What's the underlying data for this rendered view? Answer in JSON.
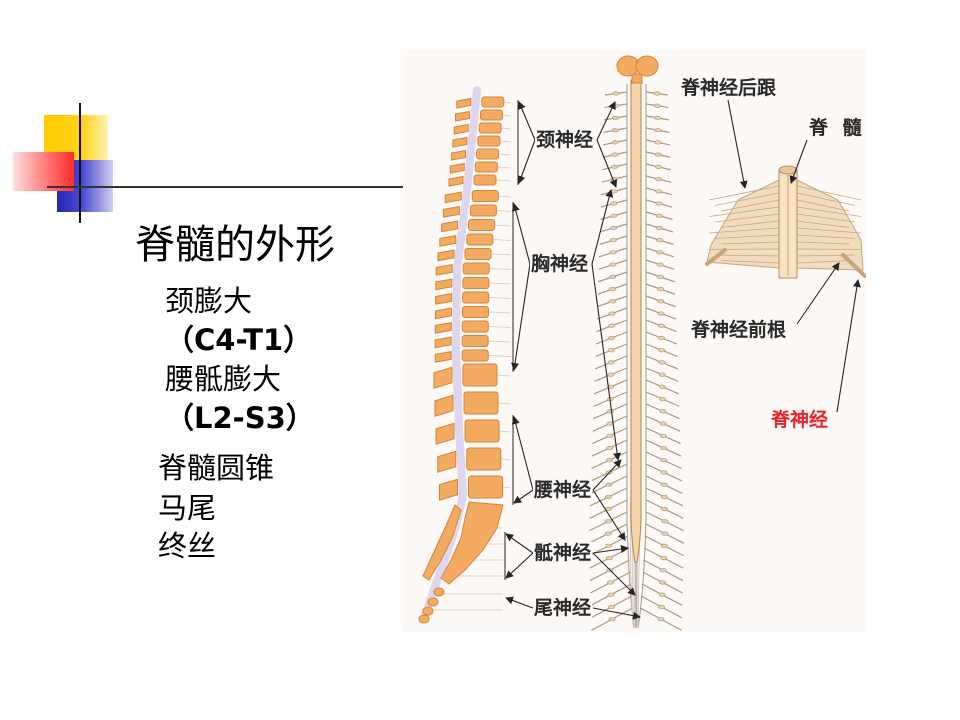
{
  "slide": {
    "title": "脊髓的外形",
    "items": [
      "颈膨大",
      "（C4-T1）",
      "腰骶膨大",
      "（L2-S3）",
      "脊髓圆锥",
      "马尾",
      "终丝"
    ]
  },
  "figure": {
    "labels": {
      "cervical": "颈神经",
      "thoracic": "胸神经",
      "lumbar": "腰神经",
      "sacral": "骶神经",
      "coccygeal": "尾神经",
      "dorsal_root": "脊神经后跟",
      "spinal_cord": "脊 髓",
      "ventral_root": "脊神经前根",
      "spinal_nerve": "脊神经"
    }
  },
  "colors": {
    "accent_yellow": "#ffcc00",
    "accent_red": "#ff2a2a",
    "accent_blue": "#2626b8",
    "spinal_nerve_label": "#e8232a",
    "vertebra": "#f3ab62",
    "vertebra_edge": "#d4843a",
    "canal": "#dcd6ee",
    "cord": "#f6d6a8",
    "cord_edge": "#b88650",
    "root": "#a89880",
    "ganglion": "#ead1a6",
    "guide": "#cfc7bd",
    "pointer": "#262626",
    "section_fill": "#f1dcc0",
    "section_edge": "#c4a57e"
  }
}
